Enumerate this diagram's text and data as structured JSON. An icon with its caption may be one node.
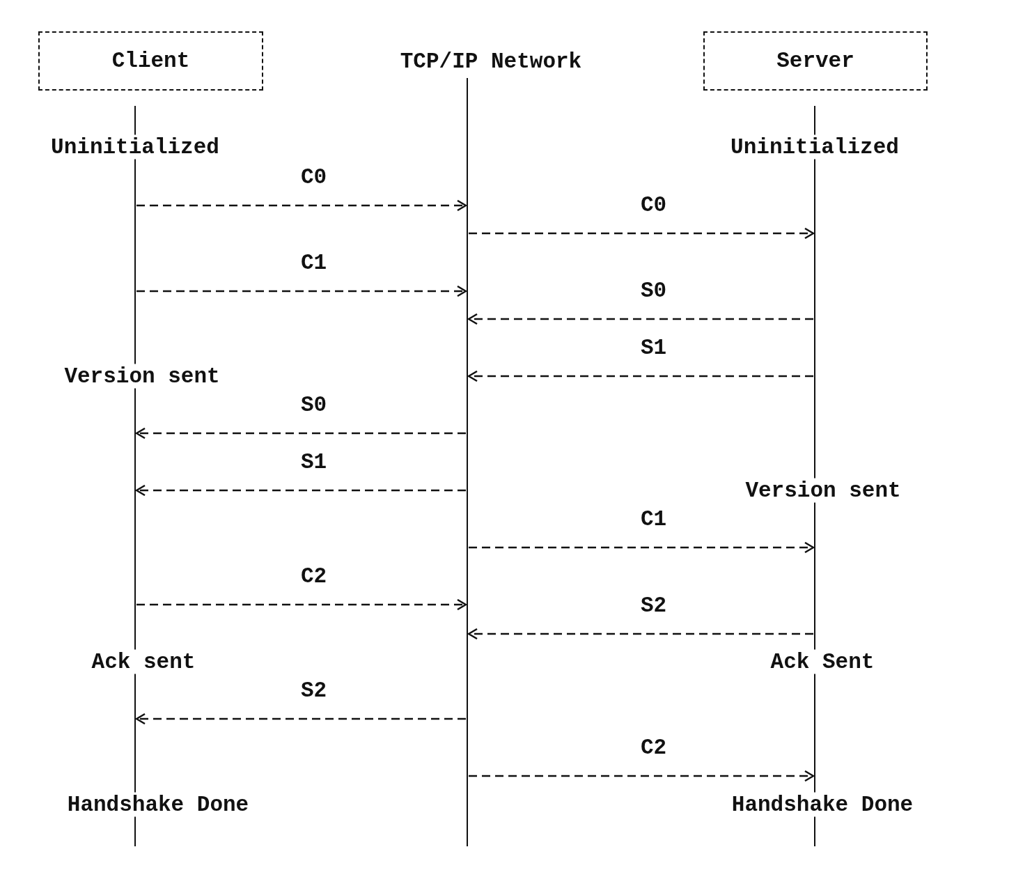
{
  "diagram": {
    "nodes": [
      {
        "text": [
          "Client"
        ]
      },
      {
        "text": [
          "TCP/IP Network"
        ]
      },
      {
        "text": [
          "Server"
        ]
      }
    ],
    "edges": [
      {
        "from": 0,
        "to": 1,
        "arrow": "to",
        "label": "C0",
        "style": "dashed"
      },
      {
        "from": 1,
        "to": 2,
        "arrow": "to",
        "label": "C0",
        "style": "dashed"
      },
      {
        "from": 0,
        "to": 1,
        "arrow": "to",
        "label": "C1",
        "style": "dashed"
      },
      {
        "from": 2,
        "to": 1,
        "arrow": "to",
        "label": "S0",
        "style": "dashed"
      },
      {
        "from": 2,
        "to": 1,
        "arrow": "to",
        "label": "S1",
        "style": "dashed"
      },
      {
        "from": 1,
        "to": 0,
        "arrow": "to",
        "label": "S0",
        "style": "dashed"
      },
      {
        "from": 1,
        "to": 0,
        "arrow": "to",
        "label": "S1",
        "style": "dashed"
      },
      {
        "from": 1,
        "to": 2,
        "arrow": "to",
        "label": "C1",
        "style": "dashed"
      },
      {
        "from": 0,
        "to": 1,
        "arrow": "to",
        "label": "C2",
        "style": "dashed"
      },
      {
        "from": 2,
        "to": 1,
        "arrow": "to",
        "label": "S2",
        "style": "dashed"
      },
      {
        "from": 1,
        "to": 0,
        "arrow": "to",
        "label": "S2",
        "style": "dashed"
      },
      {
        "from": 1,
        "to": 2,
        "arrow": "to",
        "label": "C2",
        "style": "dashed"
      }
    ],
    "labels": [
      "Uninitialized",
      "Uninitialized",
      "Version sent",
      "Version sent",
      "Ack sent",
      "Ack Sent",
      "Handshake Done",
      "Handshake Done"
    ]
  }
}
